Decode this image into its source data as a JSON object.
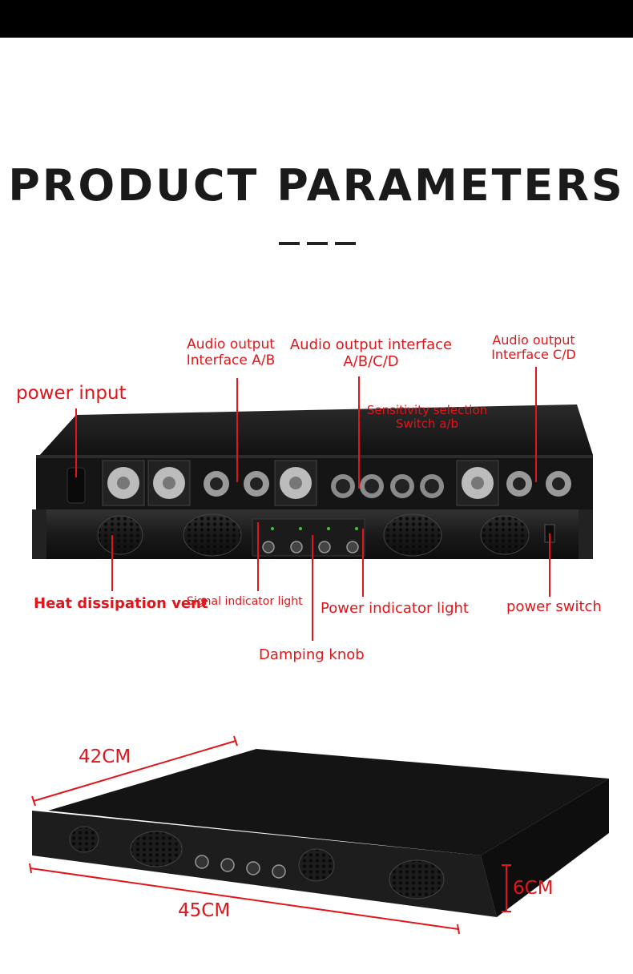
{
  "title": "PRODUCT PARAMETERS",
  "colors": {
    "label": "#e0161b",
    "title": "#1a1a1a",
    "topbar": "#000000"
  },
  "callouts": {
    "power_input": "power input",
    "audio_output_ab_line1": "Audio output",
    "audio_output_ab_line2": "Interface A/B",
    "audio_output_abcd_line1": "Audio output interface",
    "audio_output_abcd_line2": "A/B/C/D",
    "audio_output_cd_line1": "Audio output",
    "audio_output_cd_line2": "Interface C/D",
    "sensitivity_line1": "Sensitivity selection",
    "sensitivity_line2": "Switch a/b",
    "heat_vent": "Heat dissipation vent",
    "signal_light": "Signal indicator light",
    "power_light": "Power indicator light",
    "power_switch": "power switch",
    "damping_knob": "Damping knob"
  },
  "dimensions": {
    "depth": "42CM",
    "width": "45CM",
    "height": "6CM"
  }
}
